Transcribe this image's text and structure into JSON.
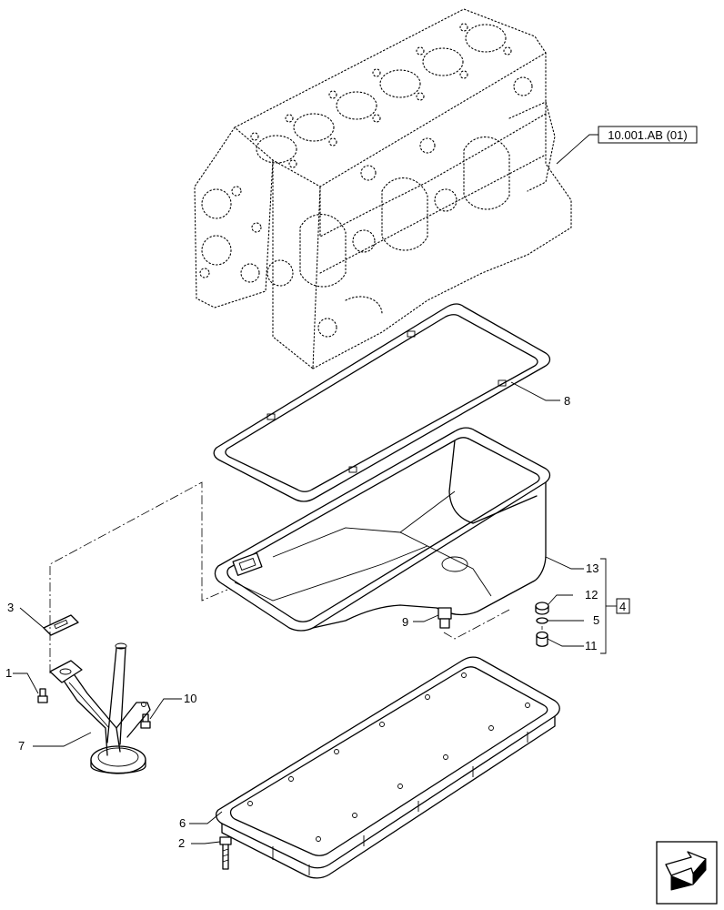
{
  "reference": {
    "label": "10.001.AB (01)"
  },
  "callouts": {
    "c1": "1",
    "c2": "2",
    "c3": "3",
    "c4": "4",
    "c5": "5",
    "c6": "6",
    "c7": "7",
    "c8": "8",
    "c9": "9",
    "c10": "10",
    "c11": "11",
    "c12": "12",
    "c13": "13"
  },
  "nav": {
    "icon": "next-page-arrow-icon"
  }
}
